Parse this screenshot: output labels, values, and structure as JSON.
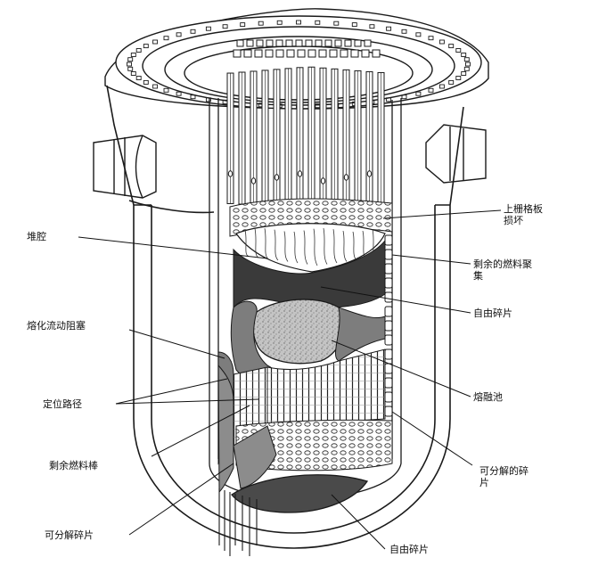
{
  "labels": {
    "core_cavity": "堆腔",
    "upper_grid_damage": "上栅格板损坏",
    "remaining_fuel_assemblies": "剩余的燃料聚集",
    "loose_debris_top": "自由碎片",
    "melt_flow_blockage": "熔化流动阻塞",
    "melt_pool": "熔融池",
    "locating_path": "定位路径",
    "remaining_fuel_rods": "剩余燃料棒",
    "fragmentable_debris_right": "可分解的碎片",
    "fragmentable_debris_left": "可分解碎片",
    "loose_debris_bottom": "自由碎片"
  },
  "colors": {
    "ink": "#1a1a1a",
    "vessel_fill": "#ffffff",
    "dark_crust": "#3a3a3a",
    "medium_gray": "#8c8c8c",
    "speckled_pool": "#bdbdbd",
    "debris_bed": "#4a4a4a"
  }
}
